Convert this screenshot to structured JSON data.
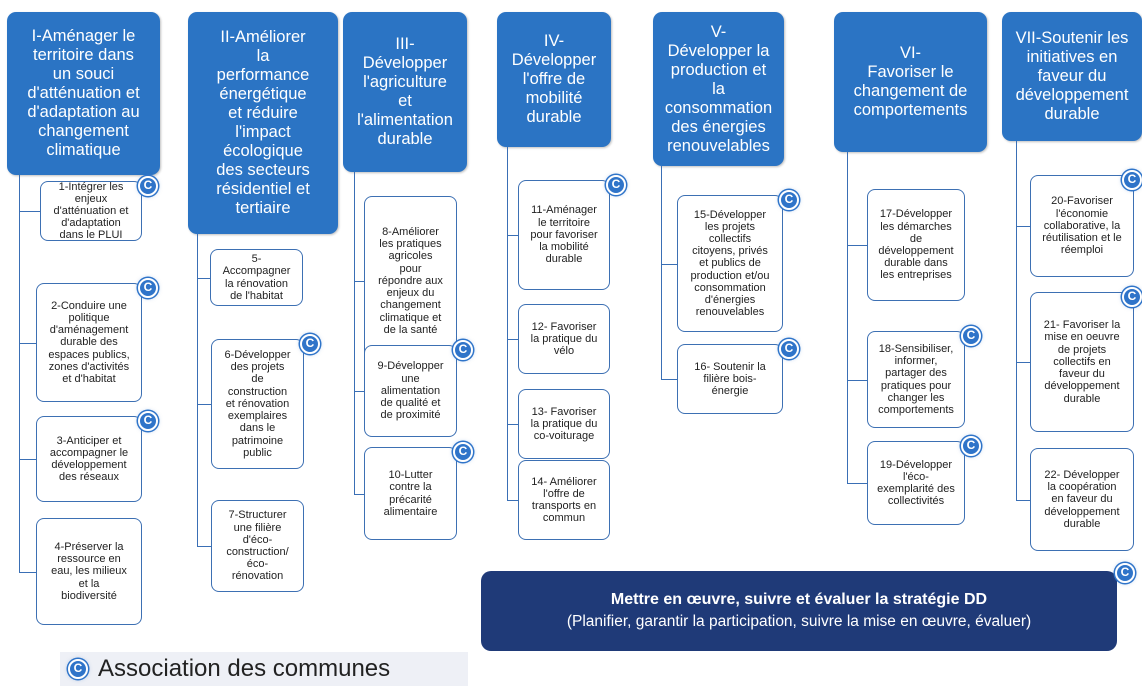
{
  "axes": [
    {
      "title": "I-Aménager le\nterritoire dans\nun souci\nd'atténuation et\nd'adaptation au\nchangement\nclimatique",
      "actions": [
        {
          "label": "1-Intégrer les\nenjeux\nd'atténuation et\nd'adaptation\ndans le PLUI",
          "commune": true
        },
        {
          "label": "2-Conduire une\npolitique\nd'aménagement\ndurable des\nespaces publics,\nzones d'activités\net d'habitat",
          "commune": true
        },
        {
          "label": "3-Anticiper et\naccompagner le\ndéveloppement\ndes réseaux",
          "commune": true
        },
        {
          "label": "4-Préserver la\nressource en\neau, les milieux\net la\nbiodiversité",
          "commune": false
        }
      ]
    },
    {
      "title": "II-Améliorer\nla\nperformance\nénergétique\net réduire\nl'impact\nécologique\ndes secteurs\nrésidentiel et\ntertiaire",
      "actions": [
        {
          "label": "5-\nAccompagner\nla rénovation\nde l'habitat",
          "commune": false
        },
        {
          "label": "6-Développer\ndes projets\nde\nconstruction\net rénovation\nexemplaires\ndans  le\npatrimoine\npublic",
          "commune": true
        },
        {
          "label": "7-Structurer\nune filière\nd'éco-\nconstruction/\néco-\nrénovation",
          "commune": false
        }
      ]
    },
    {
      "title": "III-\nDévelopper\nl'agriculture\net\nl'alimentation\ndurable",
      "actions": [
        {
          "label": "8-Améliorer\nles pratiques\nagricoles\npour\nrépondre aux\nenjeux du\nchangement\nclimatique et\nde la santé",
          "commune": false
        },
        {
          "label": "9-Développer\nune\nalimentation\nde qualité et\nde proximité",
          "commune": true
        },
        {
          "label": "10-Lutter\ncontre la\nprécarité\nalimentaire",
          "commune": true
        }
      ]
    },
    {
      "title": "IV-\nDévelopper\nl'offre de\nmobilité\ndurable",
      "actions": [
        {
          "label": "11-Aménager\nle territoire\npour favoriser\nla mobilité\ndurable",
          "commune": true
        },
        {
          "label": "12- Favoriser\nla pratique du\nvélo",
          "commune": false
        },
        {
          "label": "13- Favoriser\nla pratique du\nco-voiturage",
          "commune": false
        },
        {
          "label": "14- Améliorer\nl'offre de\ntransports en\ncommun",
          "commune": false
        }
      ]
    },
    {
      "title": "V-\nDévelopper la\nproduction et\nla\nconsommation\ndes énergies\nrenouvelables",
      "actions": [
        {
          "label": "15-Développer\nles projets\ncollectifs\ncitoyens, privés\net publics de\nproduction et/ou\nconsommation\nd'énergies\nrenouvelables",
          "commune": true
        },
        {
          "label": "16- Soutenir la\nfilière bois-\nénergie",
          "commune": true
        }
      ]
    },
    {
      "title": "VI-\nFavoriser le\nchangement de\ncomportements",
      "actions": [
        {
          "label": "17-Développer\nles démarches\nde\ndéveloppement\ndurable dans\nles entreprises",
          "commune": false
        },
        {
          "label": "18-Sensibiliser,\ninformer,\npartager des\npratiques pour\nchanger les\ncomportements",
          "commune": true
        },
        {
          "label": "19-Développer\nl'éco-\nexemplarité des\ncollectivités",
          "commune": true
        }
      ]
    },
    {
      "title": "VII-Soutenir les\ninitiatives en\nfaveur du\ndéveloppement\ndurable",
      "actions": [
        {
          "label": "20-Favoriser\nl'économie\ncollaborative, la\nréutilisation et le\nréemploi",
          "commune": true
        },
        {
          "label": "21- Favoriser la\nmise en oeuvre\nde projets\ncollectifs en\nfaveur du\ndéveloppement\ndurable",
          "commune": true
        },
        {
          "label": "22- Développer\nla coopération\nen faveur du\ndéveloppement\ndurable",
          "commune": false
        }
      ]
    }
  ],
  "strategy": {
    "title": "Mettre en œuvre, suivre et évaluer la stratégie DD",
    "subtitle": "(Planifier, garantir la participation, suivre la mise en œuvre, évaluer)",
    "commune": true
  },
  "legend": {
    "badge_letter": "C",
    "label": "Association des communes"
  },
  "colors": {
    "header_blue": "#2b74c4",
    "strategy_navy": "#1f3a78",
    "card_border": "#3d70b3"
  }
}
